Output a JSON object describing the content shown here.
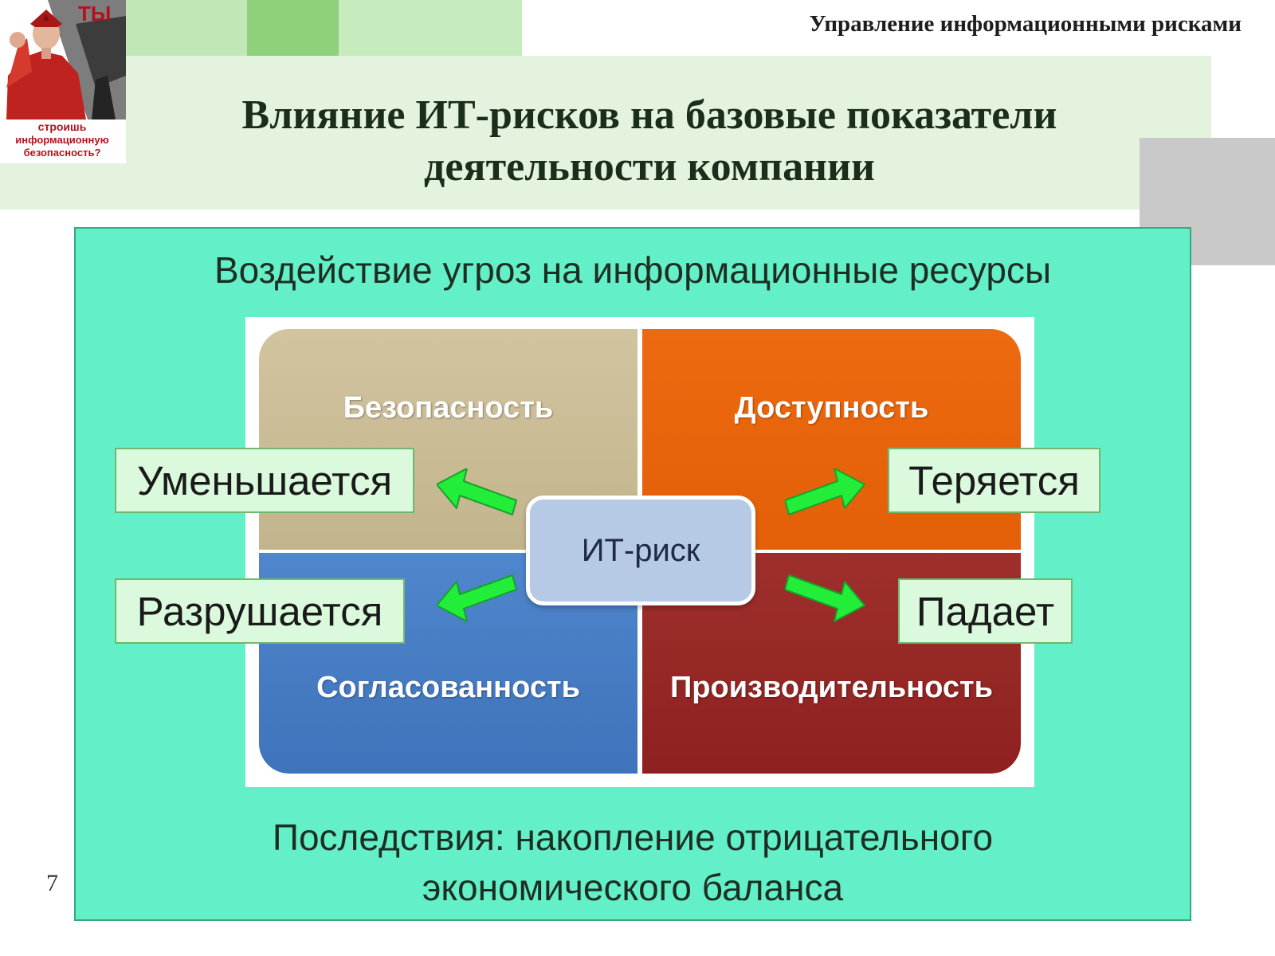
{
  "header": {
    "course_title": "Управление информационными рисками"
  },
  "poster": {
    "top_text": "ТЫ",
    "line1": "строишь",
    "line2": "информационную",
    "line3": "безопасность?"
  },
  "slide": {
    "title_line1": "Влияние ИТ-рисков на базовые показатели",
    "title_line2": "деятельности компании",
    "page_number": "7"
  },
  "panel": {
    "heading": "Воздействие угроз на информационные ресурсы",
    "footer_line1": "Последствия: накопление отрицательного",
    "footer_line2": "экономического баланса",
    "colors": {
      "background": "#63f0c9",
      "border": "#39a87d"
    }
  },
  "diagram": {
    "center": "ИТ-риск",
    "quadrants": {
      "top_left": {
        "label": "Безопасность",
        "color": "#c8ba95"
      },
      "top_right": {
        "label": "Доступность",
        "color": "#e8650c"
      },
      "bottom_left": {
        "label": "Согласованность",
        "color": "#477cc3"
      },
      "bottom_right": {
        "label": "Производительность",
        "color": "#962826"
      }
    },
    "effects": {
      "top_left": "Уменьшается",
      "top_right": "Теряется",
      "bottom_left": "Разрушается",
      "bottom_right": "Падает"
    },
    "arrow_color": "#22ee3a"
  }
}
